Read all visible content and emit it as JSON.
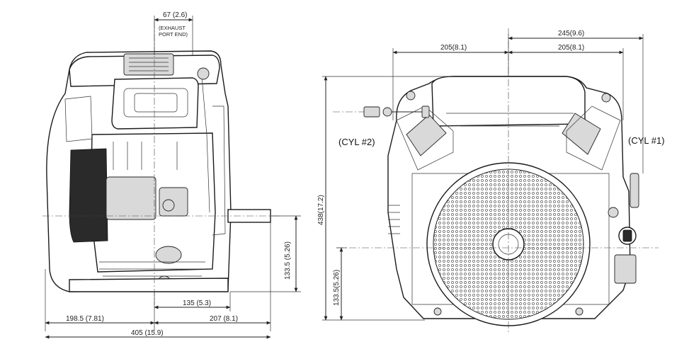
{
  "side_view": {
    "exhaust_offset": "67 (2.6)",
    "exhaust_note_1": "(EXHAUST",
    "exhaust_note_2": "PORT END)",
    "shaft_height": "133.5 (5.26)",
    "shaft_offset": "135 (5.3)",
    "rear_length": "198.5 (7.81)",
    "front_length": "207 (8.1)",
    "total_length": "405 (15.9)"
  },
  "front_view": {
    "overall_width": "245(9.6)",
    "left_half": "205(8.1)",
    "right_half": "205(8.1)",
    "height": "438(17.2)",
    "shaft_height": "133.5(5.26)",
    "cylinder_left": "(CYL #2)",
    "cylinder_right": "(CYL #1)"
  }
}
